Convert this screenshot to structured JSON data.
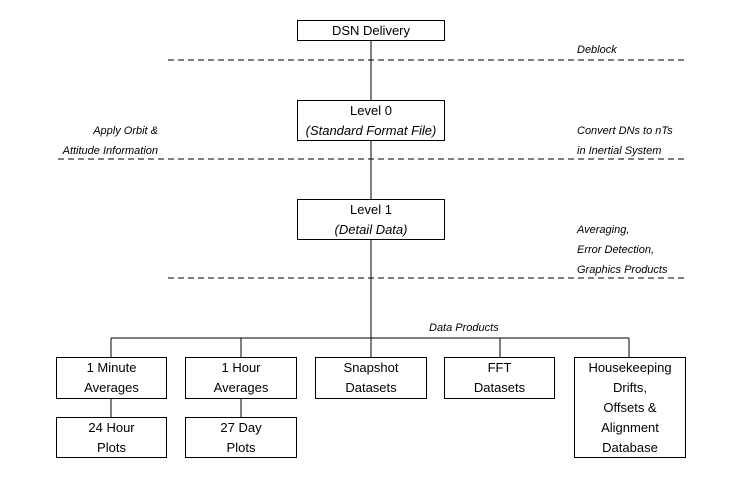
{
  "boxes": {
    "dsn_delivery": "DSN Delivery",
    "level0": {
      "title": "Level 0",
      "subtitle": "(Standard Format File)"
    },
    "level1": {
      "title": "Level 1",
      "subtitle": "(Detail Data)"
    },
    "one_minute": [
      "1 Minute",
      "Averages"
    ],
    "one_hour": [
      "1 Hour",
      "Averages"
    ],
    "snapshot": [
      "Snapshot",
      "Datasets"
    ],
    "fft": [
      "FFT",
      "Datasets"
    ],
    "housekeeping": [
      "Housekeeping",
      "Drifts,",
      "Offsets &",
      "Alignment",
      "Database"
    ],
    "plots_24h": [
      "24 Hour",
      "Plots"
    ],
    "plots_27d": [
      "27 Day",
      "Plots"
    ]
  },
  "annotations": {
    "deblock": "Deblock",
    "apply_orbit": [
      "Apply Orbit &",
      "Attitude Information"
    ],
    "convert": [
      "Convert DNs to nTs",
      "in Inertial System"
    ],
    "averaging": [
      "Averaging,",
      "Error Detection,",
      "Graphics Products"
    ],
    "data_products": "Data Products"
  }
}
